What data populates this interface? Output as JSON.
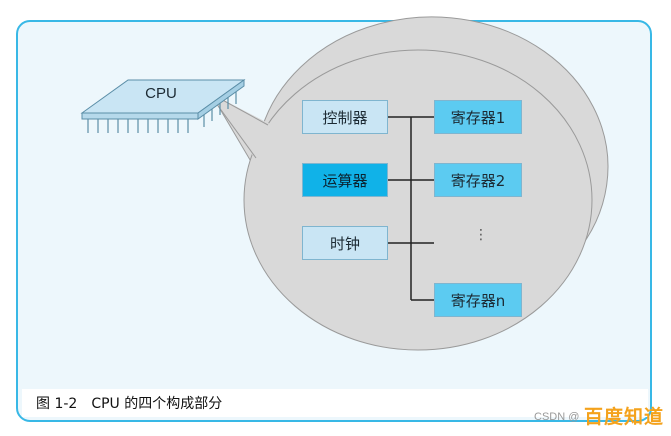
{
  "diagram": {
    "cpu_label": "CPU",
    "components": {
      "controller": "控制器",
      "alu": "运算器",
      "clock": "时钟"
    },
    "registers": {
      "reg1": "寄存器1",
      "reg2": "寄存器2",
      "ellipsis": "⋮",
      "regn": "寄存器n"
    }
  },
  "caption": {
    "number": "图 1-2",
    "text": "CPU 的四个构成部分"
  },
  "watermark": {
    "csdn": "CSDN @",
    "logo": "百度知道"
  },
  "colors": {
    "frame_border": "#38b8e6",
    "panel_bg": "#edf7fc",
    "bubble": "#d9d9d9",
    "component_light": "#c9e5f4",
    "component_dark": "#10b2e8",
    "register": "#5ccbf1"
  }
}
